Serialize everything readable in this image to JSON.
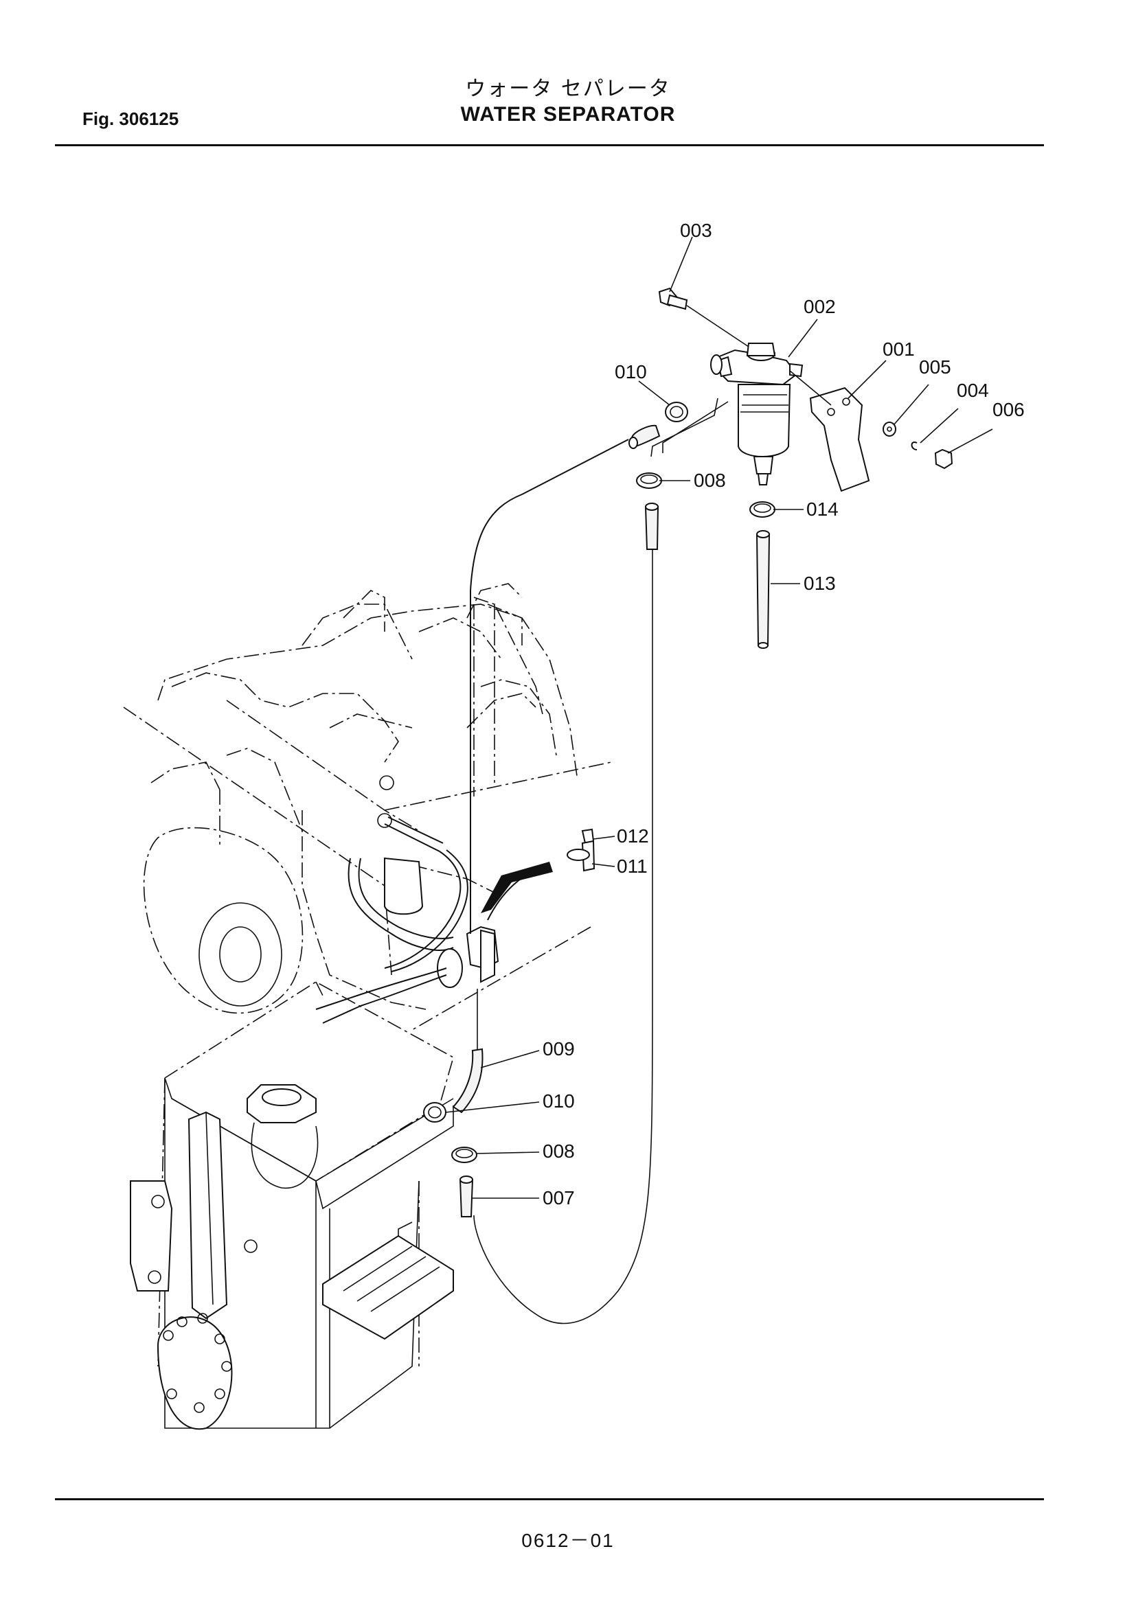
{
  "header": {
    "fig_label": "Fig. 306125",
    "title_jp": "ウォータ セパレータ",
    "title_en": "WATER SEPARATOR"
  },
  "footer": {
    "page_number": "0612－01"
  },
  "callouts": {
    "c001": "001",
    "c002": "002",
    "c003": "003",
    "c004": "004",
    "c005": "005",
    "c006": "006",
    "c007": "007",
    "c008a": "008",
    "c008b": "008",
    "c009": "009",
    "c010a": "010",
    "c010b": "010",
    "c011": "011",
    "c012": "012",
    "c013": "013",
    "c014": "014"
  }
}
